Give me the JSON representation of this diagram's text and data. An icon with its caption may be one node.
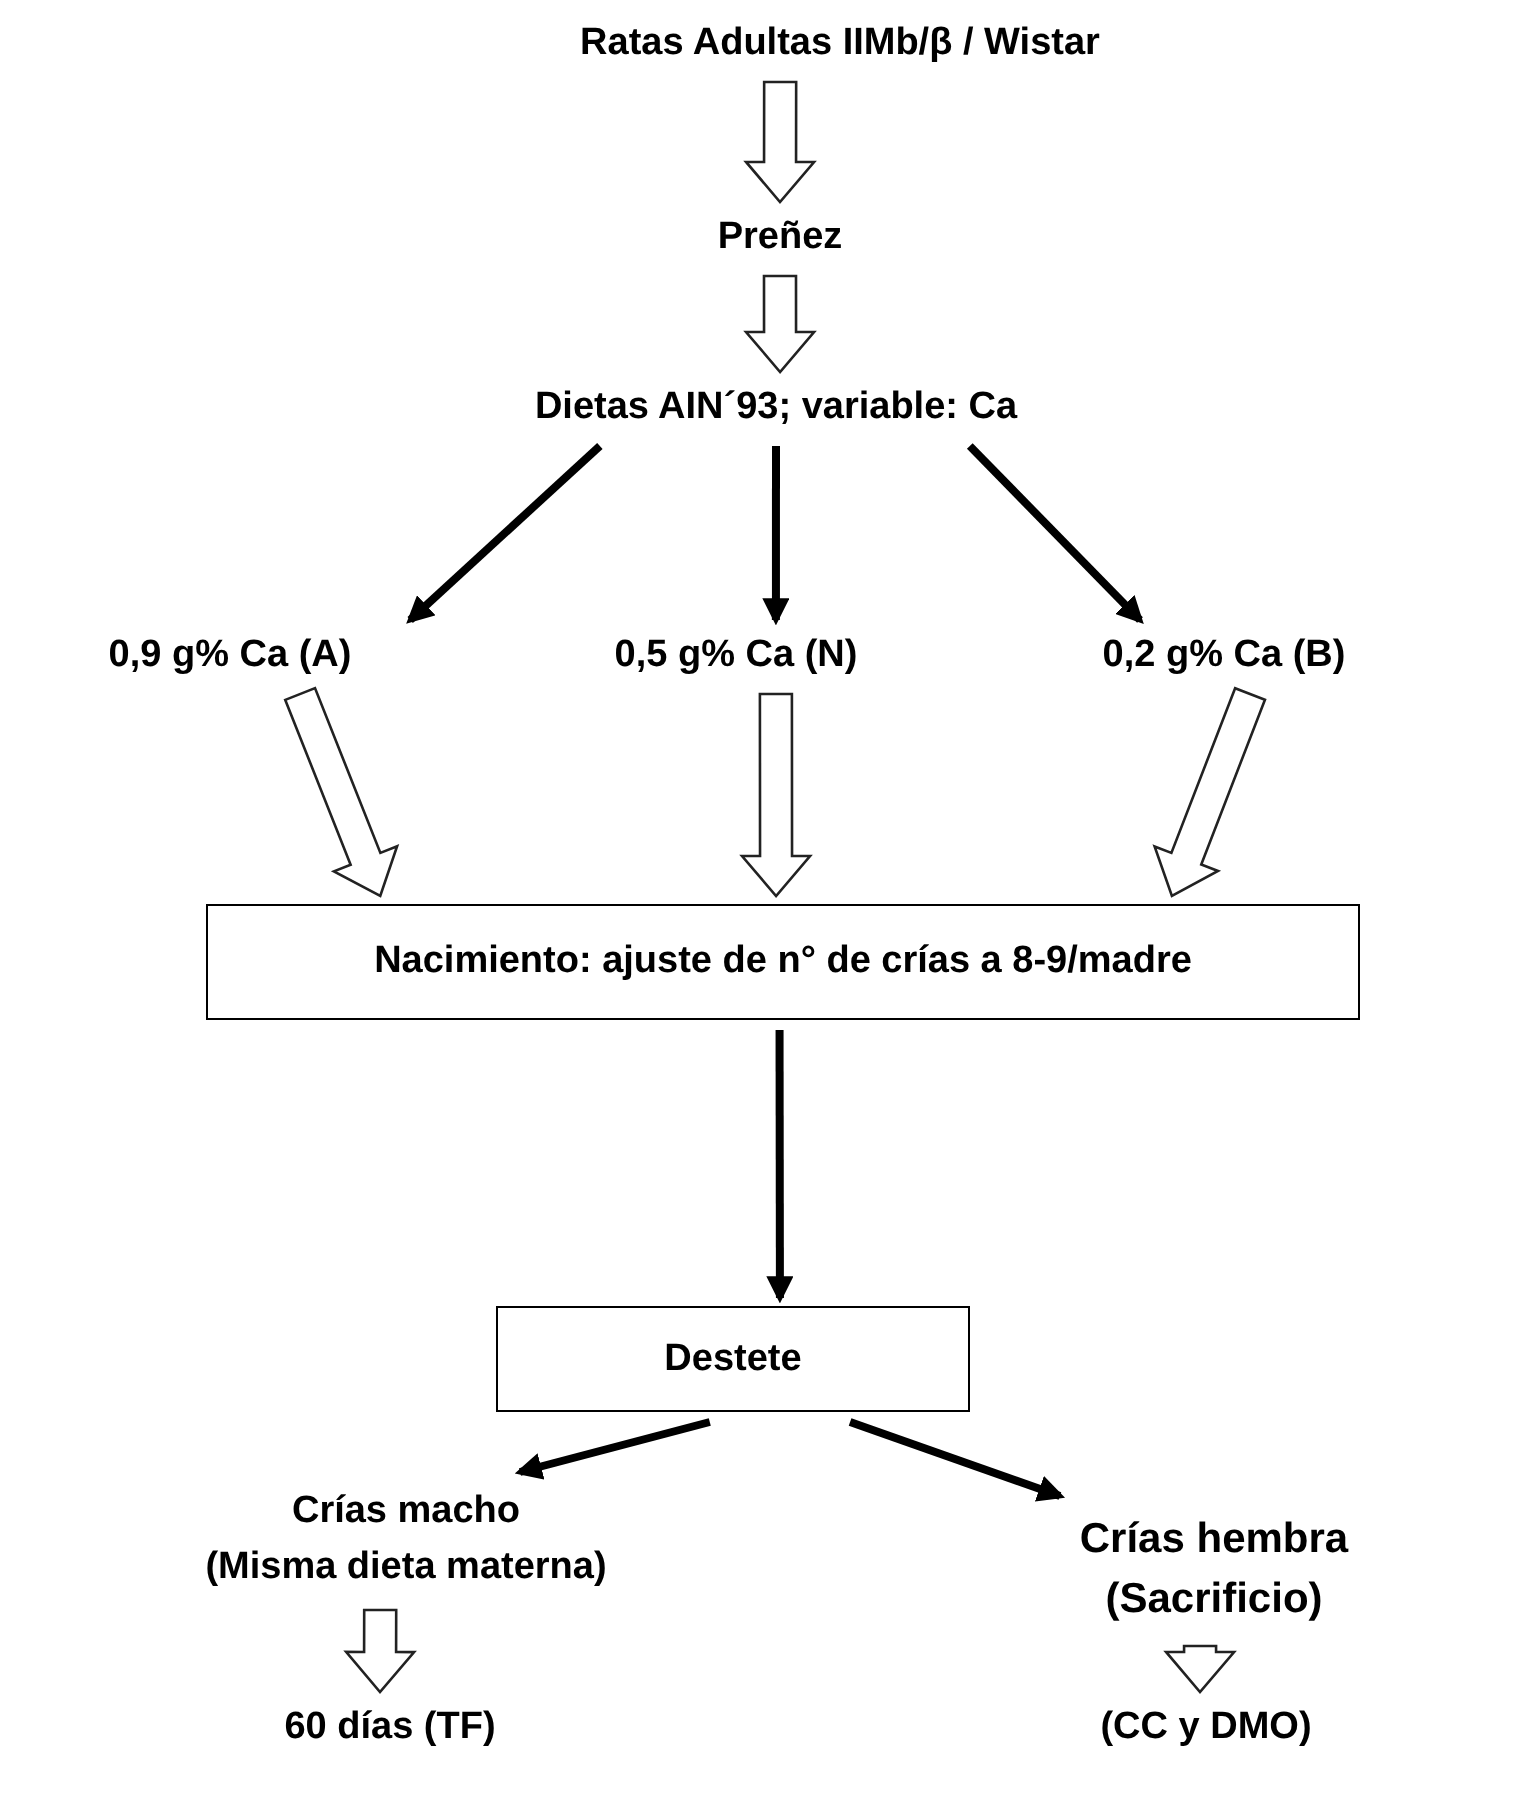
{
  "diagram": {
    "nodes": [
      {
        "text": [
          "Ratas Adultas IIMb/β / Wistar"
        ]
      },
      {
        "text": [
          "Preñez"
        ]
      },
      {
        "text": [
          "Dietas AIN´93; variable: Ca"
        ]
      },
      {
        "text": [
          "0,9 g% Ca (A)"
        ]
      },
      {
        "text": [
          "0,5 g% Ca (N)"
        ]
      },
      {
        "text": [
          "0,2 g% Ca (B)"
        ]
      },
      {
        "text": [
          "Nacimiento: ajuste de n° de crías a 8-9/madre"
        ]
      },
      {
        "text": [
          "Destete"
        ]
      },
      {
        "text": [
          "Crías macho",
          "(Misma dieta materna)"
        ]
      },
      {
        "text": [
          "Crías hembra",
          "(Sacrificio)"
        ]
      },
      {
        "text": [
          "60 días (TF)"
        ]
      },
      {
        "text": [
          "(CC y DMO)"
        ]
      }
    ],
    "edges": [
      {
        "from": 0,
        "to": 1,
        "arrow": "to",
        "style": "thick"
      },
      {
        "from": 1,
        "to": 2,
        "arrow": "to",
        "style": "thick"
      },
      {
        "from": 2,
        "to": 3,
        "arrow": "to"
      },
      {
        "from": 2,
        "to": 4,
        "arrow": "to"
      },
      {
        "from": 2,
        "to": 5,
        "arrow": "to"
      },
      {
        "from": 3,
        "to": 6,
        "arrow": "to",
        "style": "thick"
      },
      {
        "from": 4,
        "to": 6,
        "arrow": "to",
        "style": "thick"
      },
      {
        "from": 5,
        "to": 6,
        "arrow": "to",
        "style": "thick"
      },
      {
        "from": 6,
        "to": 7,
        "arrow": "to"
      },
      {
        "from": 7,
        "to": 8,
        "arrow": "to"
      },
      {
        "from": 7,
        "to": 9,
        "arrow": "to"
      },
      {
        "from": 8,
        "to": 10,
        "arrow": "to",
        "style": "thick"
      },
      {
        "from": 9,
        "to": 11,
        "arrow": "to",
        "style": "thick"
      }
    ]
  }
}
